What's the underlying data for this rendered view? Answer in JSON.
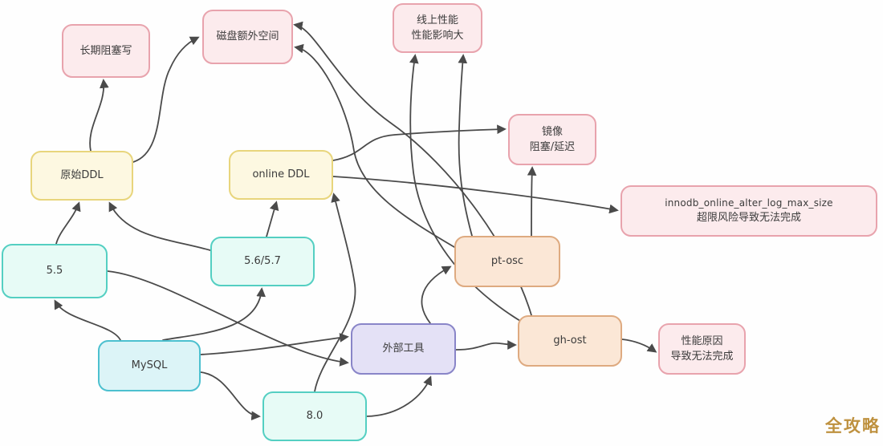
{
  "diagram": {
    "title_context": "MySQL DDL 方案与影响关系图",
    "nodes": {
      "mysql": {
        "label": "MySQL"
      },
      "v55": {
        "label": "5.5"
      },
      "v5657": {
        "label": "5.6/5.7"
      },
      "v80": {
        "label": "8.0"
      },
      "raw_ddl": {
        "label": "原始DDL"
      },
      "online_ddl": {
        "label": "online DDL"
      },
      "tools": {
        "label": "外部工具"
      },
      "ptosc": {
        "label": "pt-osc"
      },
      "ghost": {
        "label": "gh-ost"
      },
      "long_block": {
        "label": "长期阻塞写"
      },
      "disk_space": {
        "label": "磁盘额外空间"
      },
      "online_perf": {
        "lines": [
          "线上性能",
          "性能影响大"
        ]
      },
      "replica": {
        "lines": [
          "镜像",
          "阻塞/延迟"
        ]
      },
      "innodb_limit": {
        "lines": [
          "innodb_online_alter_log_max_size",
          "超限风险导致无法完成"
        ]
      },
      "perf_fail": {
        "lines": [
          "性能原因",
          "导致无法完成"
        ]
      }
    },
    "edges": [
      {
        "from": "mysql",
        "to": "v55"
      },
      {
        "from": "mysql",
        "to": "v5657"
      },
      {
        "from": "mysql",
        "to": "v80"
      },
      {
        "from": "mysql",
        "to": "tools"
      },
      {
        "from": "v55",
        "to": "tools"
      },
      {
        "from": "v80",
        "to": "tools"
      },
      {
        "from": "v80",
        "to": "online_ddl"
      },
      {
        "from": "v55",
        "to": "raw_ddl"
      },
      {
        "from": "v5657",
        "to": "raw_ddl"
      },
      {
        "from": "v5657",
        "to": "online_ddl"
      },
      {
        "from": "raw_ddl",
        "to": "long_block"
      },
      {
        "from": "raw_ddl",
        "to": "disk_space"
      },
      {
        "from": "online_ddl",
        "to": "innodb_limit"
      },
      {
        "from": "online_ddl",
        "to": "replica"
      },
      {
        "from": "ptosc",
        "to": "replica"
      },
      {
        "from": "ptosc",
        "to": "online_perf"
      },
      {
        "from": "ptosc",
        "to": "disk_space"
      },
      {
        "from": "ghost",
        "to": "online_perf"
      },
      {
        "from": "ghost",
        "to": "disk_space"
      },
      {
        "from": "tools",
        "to": "ptosc"
      },
      {
        "from": "tools",
        "to": "ghost"
      },
      {
        "from": "ghost",
        "to": "perf_fail"
      }
    ],
    "watermark": "全攻略",
    "colors": {
      "pink_fill": "#fcebed",
      "pink_stroke": "#e8a3ad",
      "yellow_fill": "#fdf8e1",
      "yellow_stroke": "#e8d57c",
      "teal_fill": "#e7fbf6",
      "teal_stroke": "#54cfc2",
      "mysql_fill": "#dcf4f7",
      "mysql_stroke": "#4cc0cf",
      "purple_fill": "#e4e1f6",
      "purple_stroke": "#8985c8",
      "orange_fill": "#fbe7d6",
      "orange_stroke": "#deaa80",
      "line": "#4a4a4a",
      "watermark": "#b8862b"
    }
  }
}
